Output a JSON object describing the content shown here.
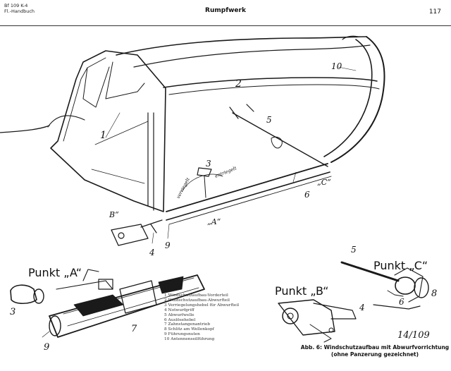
{
  "header": {
    "doc_code": "Bf 109 K-4",
    "doc_sub": "Fl.-Handbuch",
    "title": "Rumpfwerk",
    "page": "117"
  },
  "callouts": {
    "n1": "1",
    "n2": "2",
    "n3": "3",
    "n4": "4",
    "n5": "5",
    "n6": "6",
    "n7": "7",
    "n8": "8",
    "n9": "9",
    "n10": "10",
    "point_a": "„A“",
    "point_b": "B“",
    "point_c": "„C“",
    "verriegelt": "verriegelt",
    "entriegelt": "entriegelt"
  },
  "details": {
    "punkt_a": "Punkt „A“",
    "punkt_b": "Punkt „B“",
    "punkt_c": "Punkt „C“"
  },
  "legend": [
    "1 Windschutzaufbau-Vorderteil",
    "2 Windschutzaufbau-Abwurfteil",
    "3 Verriegelungshebel für Abwurfteil",
    "4 Notwurfgriff",
    "5 Abwurfwelle",
    "6 Auslösehebel",
    "7 Zahnstangenantrieb",
    "8 Schlitz am Wellenkopf",
    "9 Führungsnuten",
    "10 Antennenseilführung"
  ],
  "figure": {
    "number": "14/109",
    "caption_line1": "Abb. 6: Windschutzaufbau mit Abwurfvorrichtung",
    "caption_line2": "(ohne Panzerung gezeichnet)"
  }
}
